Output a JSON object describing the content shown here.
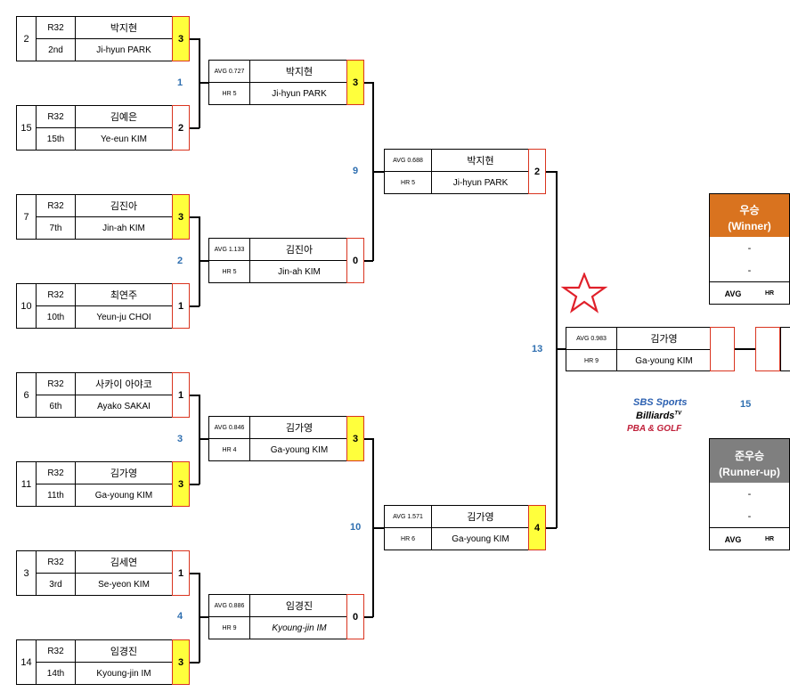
{
  "r32": [
    {
      "seed": "2",
      "round": "R32",
      "rank": "2nd",
      "kr": "박지현",
      "en": "Ji-hyun PARK",
      "score": "3",
      "win": true
    },
    {
      "seed": "15",
      "round": "R32",
      "rank": "15th",
      "kr": "김예은",
      "en": "Ye-eun KIM",
      "score": "2",
      "win": false
    },
    {
      "seed": "7",
      "round": "R32",
      "rank": "7th",
      "kr": "김진아",
      "en": "Jin-ah KIM",
      "score": "3",
      "win": true
    },
    {
      "seed": "10",
      "round": "R32",
      "rank": "10th",
      "kr": "최연주",
      "en": "Yeun-ju CHOI",
      "score": "1",
      "win": false
    },
    {
      "seed": "6",
      "round": "R32",
      "rank": "6th",
      "kr": "사카이 아야코",
      "en": "Ayako SAKAI",
      "score": "1",
      "win": false
    },
    {
      "seed": "11",
      "round": "R32",
      "rank": "11th",
      "kr": "김가영",
      "en": "Ga-young KIM",
      "score": "3",
      "win": true
    },
    {
      "seed": "3",
      "round": "R32",
      "rank": "3rd",
      "kr": "김세연",
      "en": "Se-yeon KIM",
      "score": "1",
      "win": false
    },
    {
      "seed": "14",
      "round": "R32",
      "rank": "14th",
      "kr": "임경진",
      "en": "Kyoung-jin IM",
      "score": "3",
      "win": true
    }
  ],
  "r16": [
    {
      "avg": "AVG 0.727",
      "hr": "HR 5",
      "kr": "박지현",
      "en": "Ji-hyun PARK",
      "score": "3",
      "win": true
    },
    {
      "avg": "AVG 1.133",
      "hr": "HR 5",
      "kr": "김진아",
      "en": "Jin-ah KIM",
      "score": "0",
      "win": false
    },
    {
      "avg": "AVG 0.846",
      "hr": "HR 4",
      "kr": "김가영",
      "en": "Ga-young KIM",
      "score": "3",
      "win": true
    },
    {
      "avg": "AVG 0.886",
      "hr": "HR 9",
      "kr": "임경진",
      "en": "Kyoung-jin IM",
      "score": "0",
      "win": false
    }
  ],
  "qf": [
    {
      "avg": "AVG 0.688",
      "hr": "HR 5",
      "kr": "박지현",
      "en": "Ji-hyun PARK",
      "score": "2",
      "win": false
    },
    {
      "avg": "AVG 1.571",
      "hr": "HR 6",
      "kr": "김가영",
      "en": "Ga-young KIM",
      "score": "4",
      "win": true
    }
  ],
  "sf": {
    "avg": "AVG 0.983",
    "hr": "HR 9",
    "kr": "김가영",
    "en": "Ga-young KIM"
  },
  "match_numbers": {
    "m1": "1",
    "m2": "2",
    "m3": "3",
    "m4": "4",
    "m9": "9",
    "m10": "10",
    "m13": "13",
    "m15": "15"
  },
  "winner": {
    "title": "우승",
    "sub": "(Winner)",
    "line1": "-",
    "line2": "-",
    "avg": "AVG",
    "hr": "HR",
    "color": "#d9731f"
  },
  "runner": {
    "title": "준우승",
    "sub": "(Runner-up)",
    "line1": "-",
    "line2": "-",
    "avg": "AVG",
    "hr": "HR",
    "color": "#7f7f7f"
  },
  "logo": {
    "line1": "SBS Sports",
    "line2": "Billiards",
    "tv": "TV",
    "line3": "PBA & GOLF"
  },
  "star_icon": "star-outline-icon"
}
